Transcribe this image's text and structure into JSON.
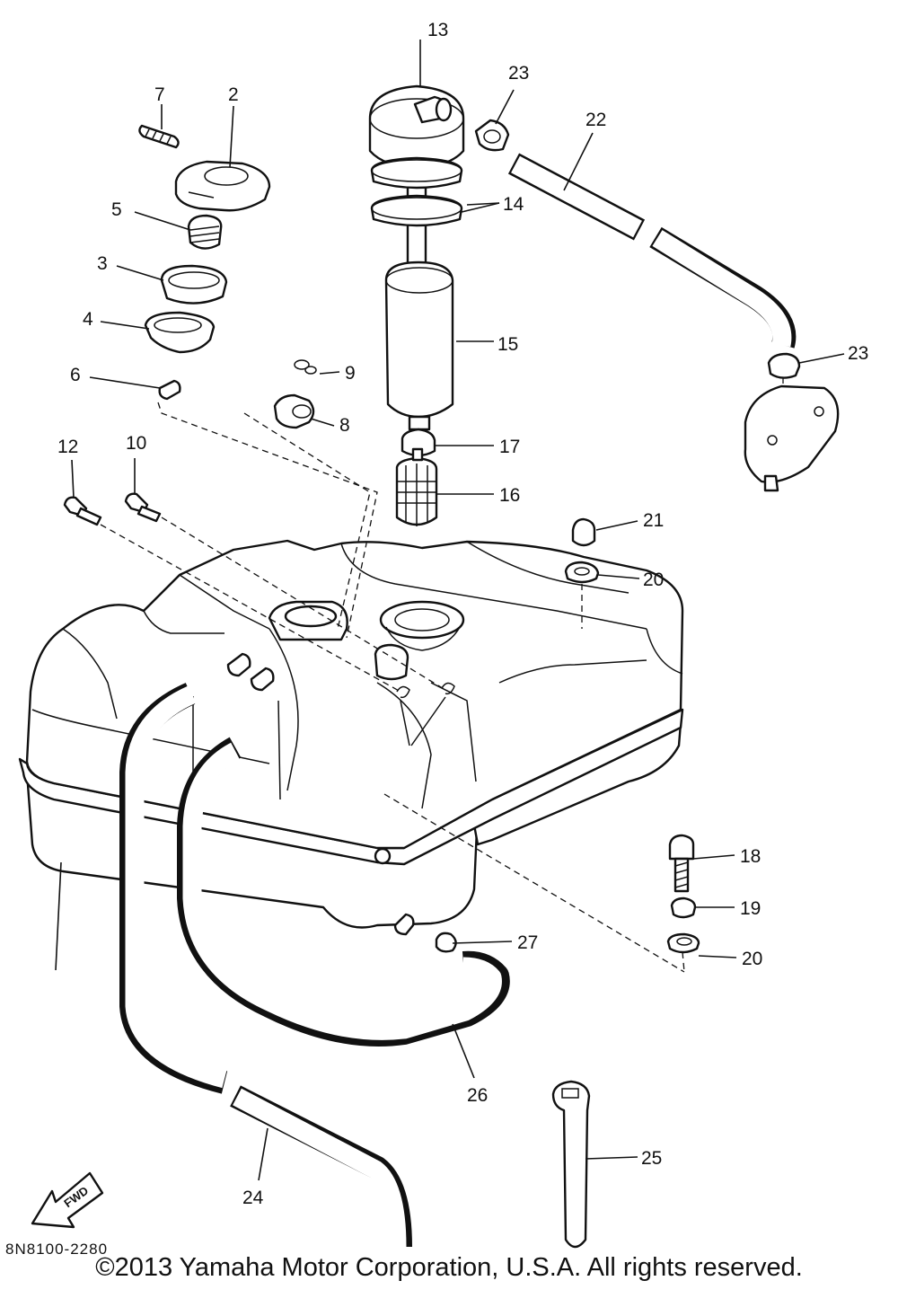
{
  "diagram": {
    "callouts": [
      "13",
      "23",
      "22",
      "7",
      "2",
      "14",
      "5",
      "3",
      "15",
      "4",
      "23",
      "9",
      "6",
      "8",
      "12",
      "10",
      "17",
      "16",
      "21",
      "20",
      "18",
      "19",
      "27",
      "20",
      "26",
      "25",
      "24"
    ],
    "drawing_code": "8N8100-2280",
    "fwd_label": "FWD"
  },
  "footer": {
    "copyright": "©2013 Yamaha Motor Corporation, U.S.A. All rights reserved."
  }
}
